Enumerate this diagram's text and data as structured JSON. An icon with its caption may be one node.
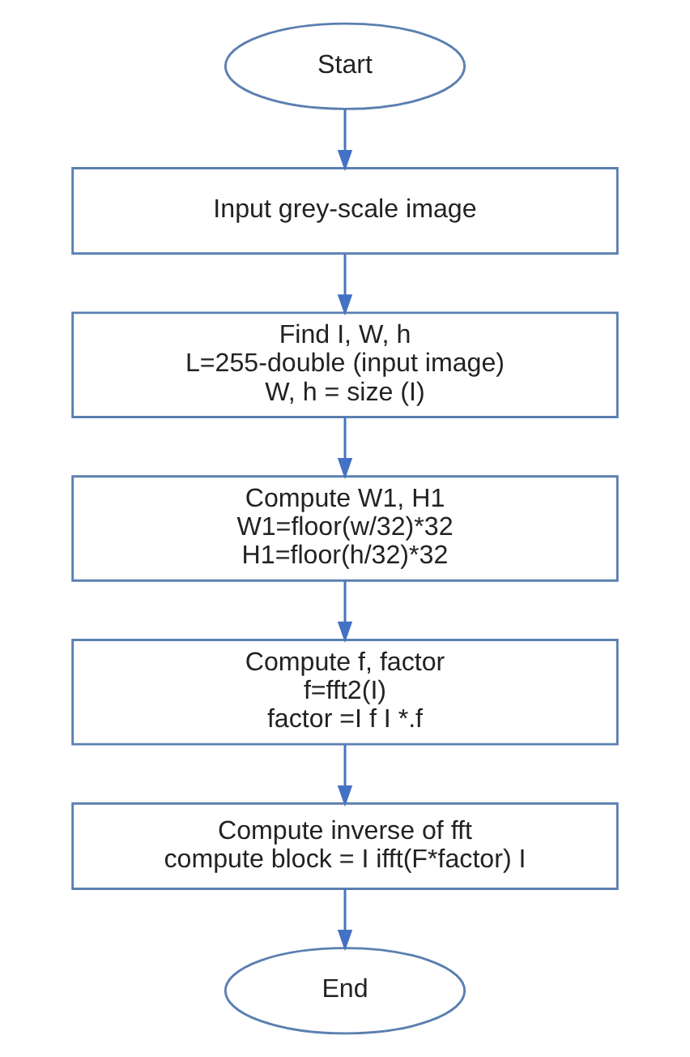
{
  "diagram": {
    "nodes": [
      {
        "text": [
          "Start"
        ]
      },
      {
        "text": [
          "Input grey-scale image"
        ]
      },
      {
        "text": [
          "Find I, W, h",
          "L=255-double (input image)",
          "W, h = size (I)"
        ]
      },
      {
        "text": [
          "Compute W1, H1",
          "W1=floor(w/32)*32",
          "H1=floor(h/32)*32"
        ]
      },
      {
        "text": [
          "Compute f, factor",
          "f=fft2(I)",
          "factor =I f I *.f"
        ]
      },
      {
        "text": [
          "Compute inverse of fft",
          "compute block = I ifft(F*factor) I"
        ]
      },
      {
        "text": [
          "End"
        ]
      }
    ],
    "edges": [
      {
        "from": 0,
        "to": 1,
        "arrow": "to"
      },
      {
        "from": 1,
        "to": 2,
        "arrow": "to"
      },
      {
        "from": 2,
        "to": 3,
        "arrow": "to"
      },
      {
        "from": 3,
        "to": 4,
        "arrow": "to"
      },
      {
        "from": 4,
        "to": 5,
        "arrow": "to"
      },
      {
        "from": 5,
        "to": 6,
        "arrow": "to"
      }
    ]
  }
}
